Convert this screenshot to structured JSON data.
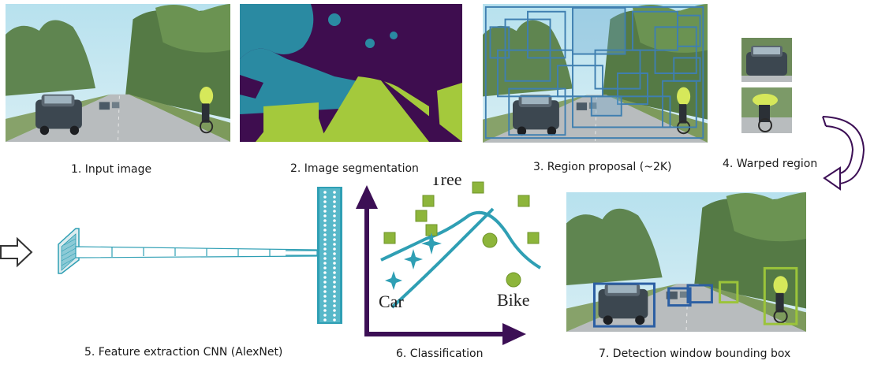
{
  "captions": {
    "input": "1. Input image",
    "segmentation": "2. Image segmentation",
    "proposal": "3. Region proposal (~2K)",
    "warped": "4. Warped region",
    "cnn": "5. Feature extraction CNN (AlexNet)",
    "classification": "6. Classification",
    "detection": "7. Detection window bounding box"
  },
  "class_labels": {
    "tree": "Tree",
    "car": "Car",
    "bike": "Bike"
  },
  "colors": {
    "sky": "#a9d7e4",
    "foliage": "#5e7f4a",
    "road": "#b9bdbf",
    "seg_purple": "#3e0d4f",
    "seg_teal": "#2a8aa2",
    "seg_lime": "#a4c93c",
    "proposal_blue": "#3f7fb0",
    "cnn_teal": "#2f9fb4",
    "class_green": "#8db53b",
    "arrow_purple": "#3c0f55",
    "box_blue": "#2c5fa3",
    "box_green": "#9bc43a"
  }
}
